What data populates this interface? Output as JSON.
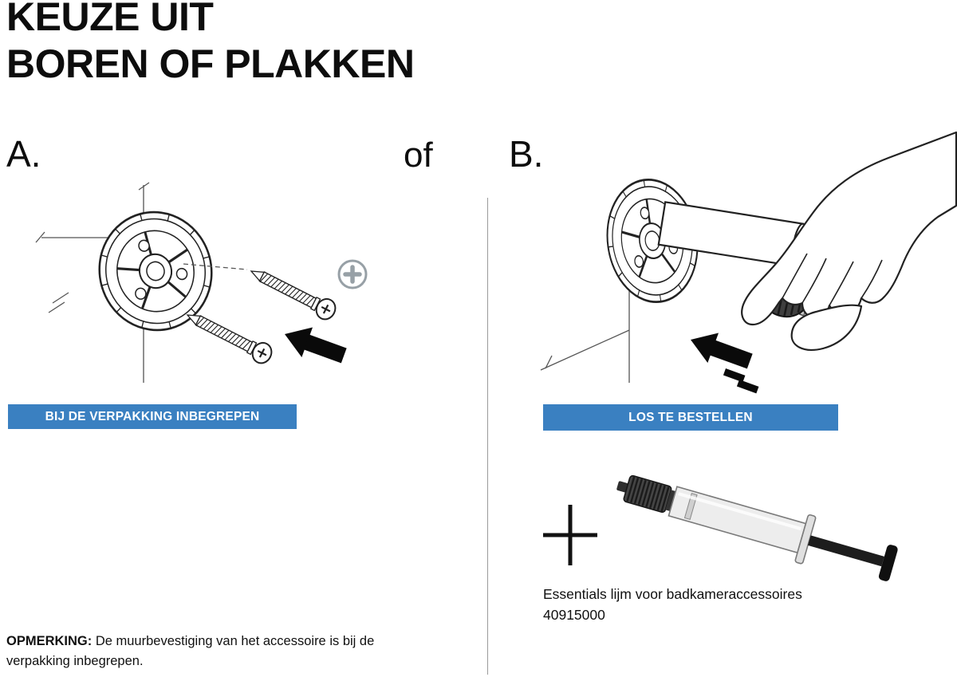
{
  "colors": {
    "banner_blue": "#3a80c1",
    "line_art": "#222222",
    "screw_head_gray": "#97a0a6"
  },
  "title": {
    "line1": "KEUZE UIT",
    "line2": "BOREN OF PLAKKEN"
  },
  "options": {
    "separator": "of",
    "a": {
      "label": "A.",
      "banner": "BIJ DE VERPAKKING INBEGREPEN"
    },
    "b": {
      "label": "B.",
      "banner": "LOS TE BESTELLEN",
      "product_name": "Essentials lijm voor badkameraccessoires",
      "product_code": "40915000"
    }
  },
  "icons": {
    "plus": "+",
    "arrow": "left-arrow",
    "screw_head": "phillips-screw-head"
  },
  "note": {
    "label": "OPMERKING:",
    "text": " De muurbevestiging van het accessoire is bij de verpakking inbegrepen."
  }
}
